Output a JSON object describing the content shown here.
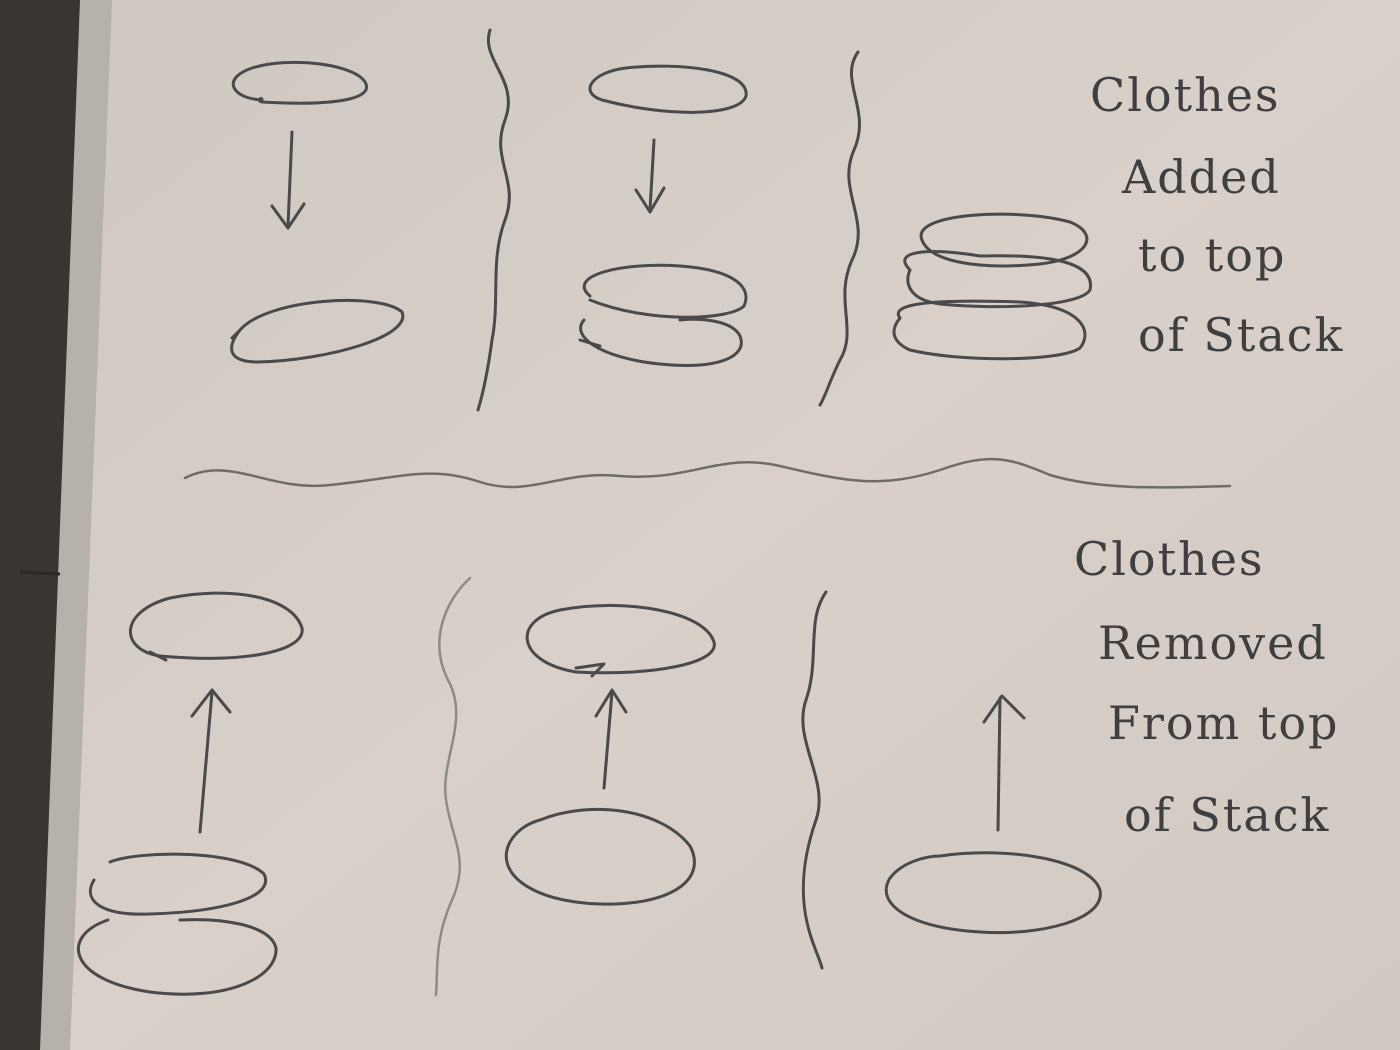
{
  "top_caption": {
    "line1": "Clothes",
    "line2": "Added",
    "line3": "to top",
    "line4": "of Stack"
  },
  "bottom_caption": {
    "line1": "Clothes",
    "line2": "Removed",
    "line3": "From top",
    "line4": "of Stack"
  },
  "colors": {
    "board": "#d6cec6",
    "ink": "#4a4a4a",
    "frame": "#3a3530"
  },
  "icons": {
    "item": "clothes-item",
    "arrow_down": "arrow-down-icon",
    "arrow_up": "arrow-up-icon"
  }
}
